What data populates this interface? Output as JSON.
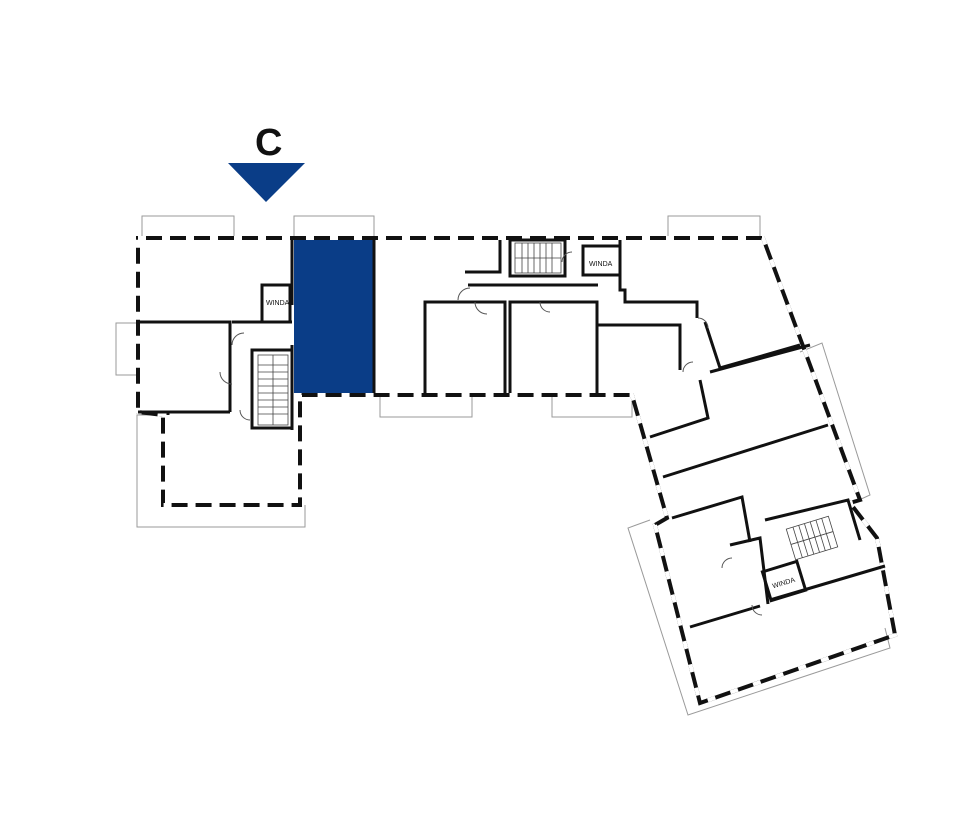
{
  "section_marker": {
    "letter": "C",
    "color": "#0a3d87"
  },
  "highlight": {
    "color": "#0a3d87"
  },
  "lift_labels": [
    "WINDA",
    "WINDA",
    "WINDA"
  ],
  "colors": {
    "walls": "#111111",
    "background": "#ffffff"
  }
}
